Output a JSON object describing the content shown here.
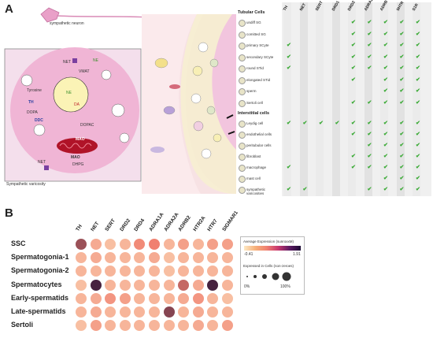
{
  "panelA": {
    "letter": "A",
    "top_label": "sympathetic neuron",
    "inset_label": "Sympathetic varicosity",
    "inset_labels": {
      "ne": "NE",
      "net": "NET",
      "vmat": "VMAT",
      "da": "DA",
      "th": "TH",
      "ddc": "DDC",
      "dopac": "DOPAC",
      "mao": "MAO",
      "dhpg": "DHPG",
      "tyrosine": "Tyrosine",
      "dopa": "DOPA"
    },
    "table": {
      "columns": [
        "TH",
        "NET",
        "SERT",
        "DRD1",
        "DRD2",
        "ADRA2",
        "ADRB",
        "5HTR",
        "S1R"
      ],
      "tubular_title": "Tubular Cells",
      "tubular_rows": [
        {
          "label": "undiff SG",
          "checks": [
            false,
            false,
            false,
            false,
            true,
            true,
            true,
            true,
            true
          ]
        },
        {
          "label": "comitted SG",
          "checks": [
            false,
            false,
            false,
            false,
            true,
            true,
            true,
            true,
            true
          ]
        },
        {
          "label": "primary SCyte",
          "checks": [
            true,
            false,
            false,
            false,
            true,
            true,
            true,
            true,
            true
          ]
        },
        {
          "label": "secondary SCyte",
          "checks": [
            true,
            false,
            false,
            false,
            true,
            true,
            true,
            true,
            true
          ]
        },
        {
          "label": "round STid",
          "checks": [
            true,
            false,
            false,
            false,
            true,
            true,
            true,
            true,
            true
          ]
        },
        {
          "label": "elongated STid",
          "checks": [
            false,
            false,
            false,
            false,
            true,
            false,
            true,
            true,
            true
          ]
        },
        {
          "label": "sperm",
          "checks": [
            false,
            false,
            false,
            false,
            false,
            false,
            true,
            true,
            true
          ]
        },
        {
          "label": "Sertoli cell",
          "checks": [
            false,
            false,
            false,
            false,
            true,
            true,
            true,
            true,
            true
          ]
        }
      ],
      "interstitial_title": "Interstitial cells",
      "interstitial_rows": [
        {
          "label": "Leydig cell",
          "checks": [
            true,
            true,
            true,
            true,
            true,
            true,
            true,
            true,
            true
          ]
        },
        {
          "label": "endothelial cells",
          "checks": [
            false,
            false,
            false,
            false,
            true,
            true,
            true,
            true,
            true
          ]
        },
        {
          "label": "peritubular cells",
          "checks": [
            false,
            false,
            false,
            false,
            false,
            true,
            true,
            true,
            true
          ]
        },
        {
          "label": "fibroblast",
          "checks": [
            false,
            false,
            false,
            false,
            true,
            true,
            true,
            true,
            true
          ]
        },
        {
          "label": "macrophage",
          "checks": [
            true,
            false,
            false,
            false,
            true,
            true,
            true,
            true,
            true
          ]
        },
        {
          "label": "mast cell",
          "checks": [
            false,
            false,
            false,
            false,
            false,
            false,
            true,
            true,
            true
          ]
        },
        {
          "label": "sympathetic varicosities",
          "checks": [
            true,
            true,
            false,
            false,
            false,
            true,
            true,
            true,
            true
          ]
        }
      ]
    }
  },
  "panelB": {
    "letter": "B",
    "genes": [
      "TH",
      "NET",
      "SERT",
      "DRD2",
      "DRD4",
      "ADRA1A",
      "ADRA2A",
      "ADRB2",
      "HTR2A",
      "HTR7",
      "SIGMAR1"
    ],
    "cell_types": [
      "SSC",
      "Spermatogonia-1",
      "Spermatogonia-2",
      "Spermatocytes",
      "Early-spermatids",
      "Late-spermatids",
      "Sertoli"
    ],
    "colors": {
      "low": "#fde9c4",
      "mid": "#f08070",
      "high": "#1b0a33"
    },
    "expression": [
      [
        0.7,
        0.3,
        0.2,
        0.25,
        0.45,
        0.5,
        0.25,
        0.35,
        0.25,
        0.35,
        0.35
      ],
      [
        0.25,
        0.3,
        0.25,
        0.25,
        0.25,
        0.3,
        0.2,
        0.25,
        0.25,
        0.25,
        0.25
      ],
      [
        0.25,
        0.25,
        0.25,
        0.25,
        0.25,
        0.25,
        0.2,
        0.25,
        0.25,
        0.25,
        0.25
      ],
      [
        0.2,
        0.9,
        0.25,
        0.25,
        0.25,
        0.25,
        0.25,
        0.6,
        0.3,
        0.9,
        0.25
      ],
      [
        0.25,
        0.3,
        0.4,
        0.35,
        0.25,
        0.25,
        0.25,
        0.3,
        0.4,
        0.25,
        0.2
      ],
      [
        0.25,
        0.3,
        0.25,
        0.25,
        0.25,
        0.25,
        0.75,
        0.25,
        0.3,
        0.25,
        0.25
      ],
      [
        0.2,
        0.35,
        0.25,
        0.25,
        0.25,
        0.25,
        0.25,
        0.25,
        0.3,
        0.25,
        0.35
      ]
    ],
    "legend": {
      "color_title": "Average Expression (sunroxxM)",
      "color_min": "-0.41",
      "color_max": "1.91",
      "size_title": "Expressed in Cells (non-zeroes)",
      "size_min": "0%",
      "size_max": "100%"
    }
  }
}
